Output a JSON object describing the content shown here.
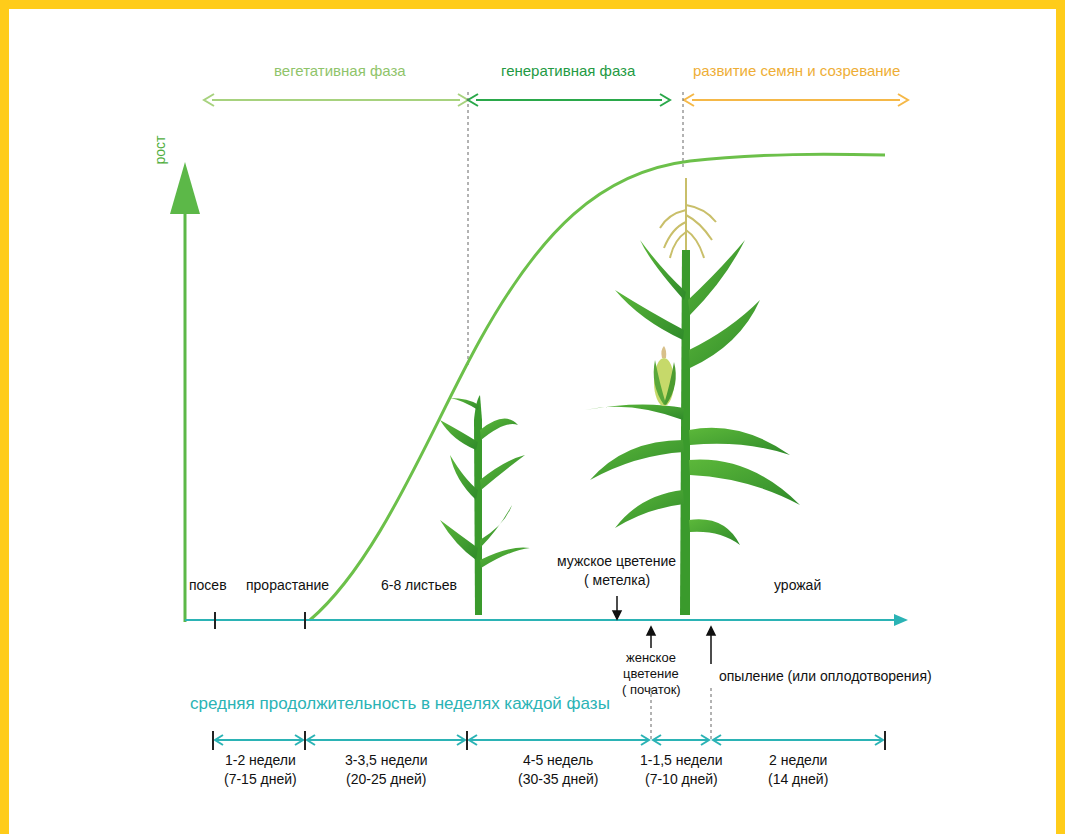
{
  "diagram": {
    "labels": [
      "вегетативная фаза",
      "генеративная фаза",
      "развитие семян и созревание",
      "рост",
      "посев",
      "прорастание",
      "6-8 листьев",
      "мужское цветение",
      "( метелка)",
      "урожай",
      "женское",
      "цветение",
      "( початок)",
      "опыление (или оплодотворения)",
      "средняя продолжительность в неделях каждой фазы",
      "1-2 недели",
      "(7-15 дней)",
      "3-3,5 недели",
      "(20-25 дней)",
      "4-5 недель",
      "(30-35 дней)",
      "1-1,5 недели",
      "(7-10 дней)",
      "2 недели",
      "(14 дней)"
    ]
  }
}
